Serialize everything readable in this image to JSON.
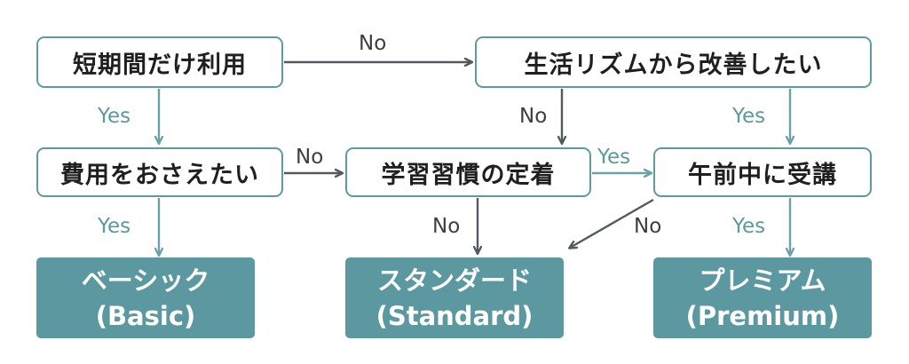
{
  "colors": {
    "teal": "#5b989f",
    "teal_line": "#6aa2a8",
    "gray_line": "#525a60",
    "yes_text": "#5b989f",
    "no_text": "#3b3f42"
  },
  "nodes": {
    "short_term": "短期間だけ利用",
    "rhythm": "生活リズムから改善したい",
    "cost": "費用をおさえたい",
    "habit": "学習習慣の定着",
    "morning": "午前中に受講"
  },
  "results": {
    "basic": {
      "name": "ベーシック",
      "en": "(Basic)"
    },
    "standard": {
      "name": "スタンダード",
      "en": "(Standard)"
    },
    "premium": {
      "name": "プレミアム",
      "en": "(Premium)"
    }
  },
  "edge_labels": {
    "short_to_rhythm": "No",
    "short_to_cost": "Yes",
    "rhythm_to_habit": "No",
    "rhythm_to_morning": "Yes",
    "cost_to_habit": "No",
    "cost_to_basic": "Yes",
    "habit_to_morning": "Yes",
    "habit_to_standard": "No",
    "morning_to_standard": "No",
    "morning_to_premium": "Yes"
  }
}
